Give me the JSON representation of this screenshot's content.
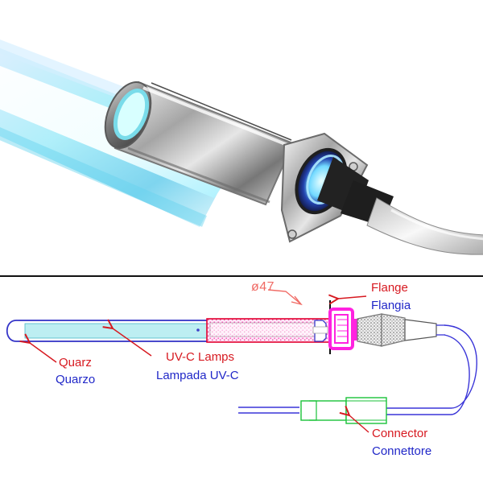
{
  "diagram": {
    "dimension": "ø47",
    "flange": {
      "en": "Flange",
      "it": "Flangia"
    },
    "quartz": {
      "en": "Quarz",
      "it": "Quarzo"
    },
    "lamp": {
      "en": "UV-C Lamps",
      "it": "Lampada UV-C"
    },
    "connector": {
      "en": "Connector",
      "it": "Connettore"
    }
  },
  "colors": {
    "red_label": "#d71920",
    "blue_label": "#2027c8",
    "dimension": "#f06a64",
    "lamp_fill": "#cfeff2",
    "inner_lamp": "#56d8e6",
    "flange": "#ff22e0",
    "connector": "#19c238",
    "cable": "#3a35d8"
  }
}
